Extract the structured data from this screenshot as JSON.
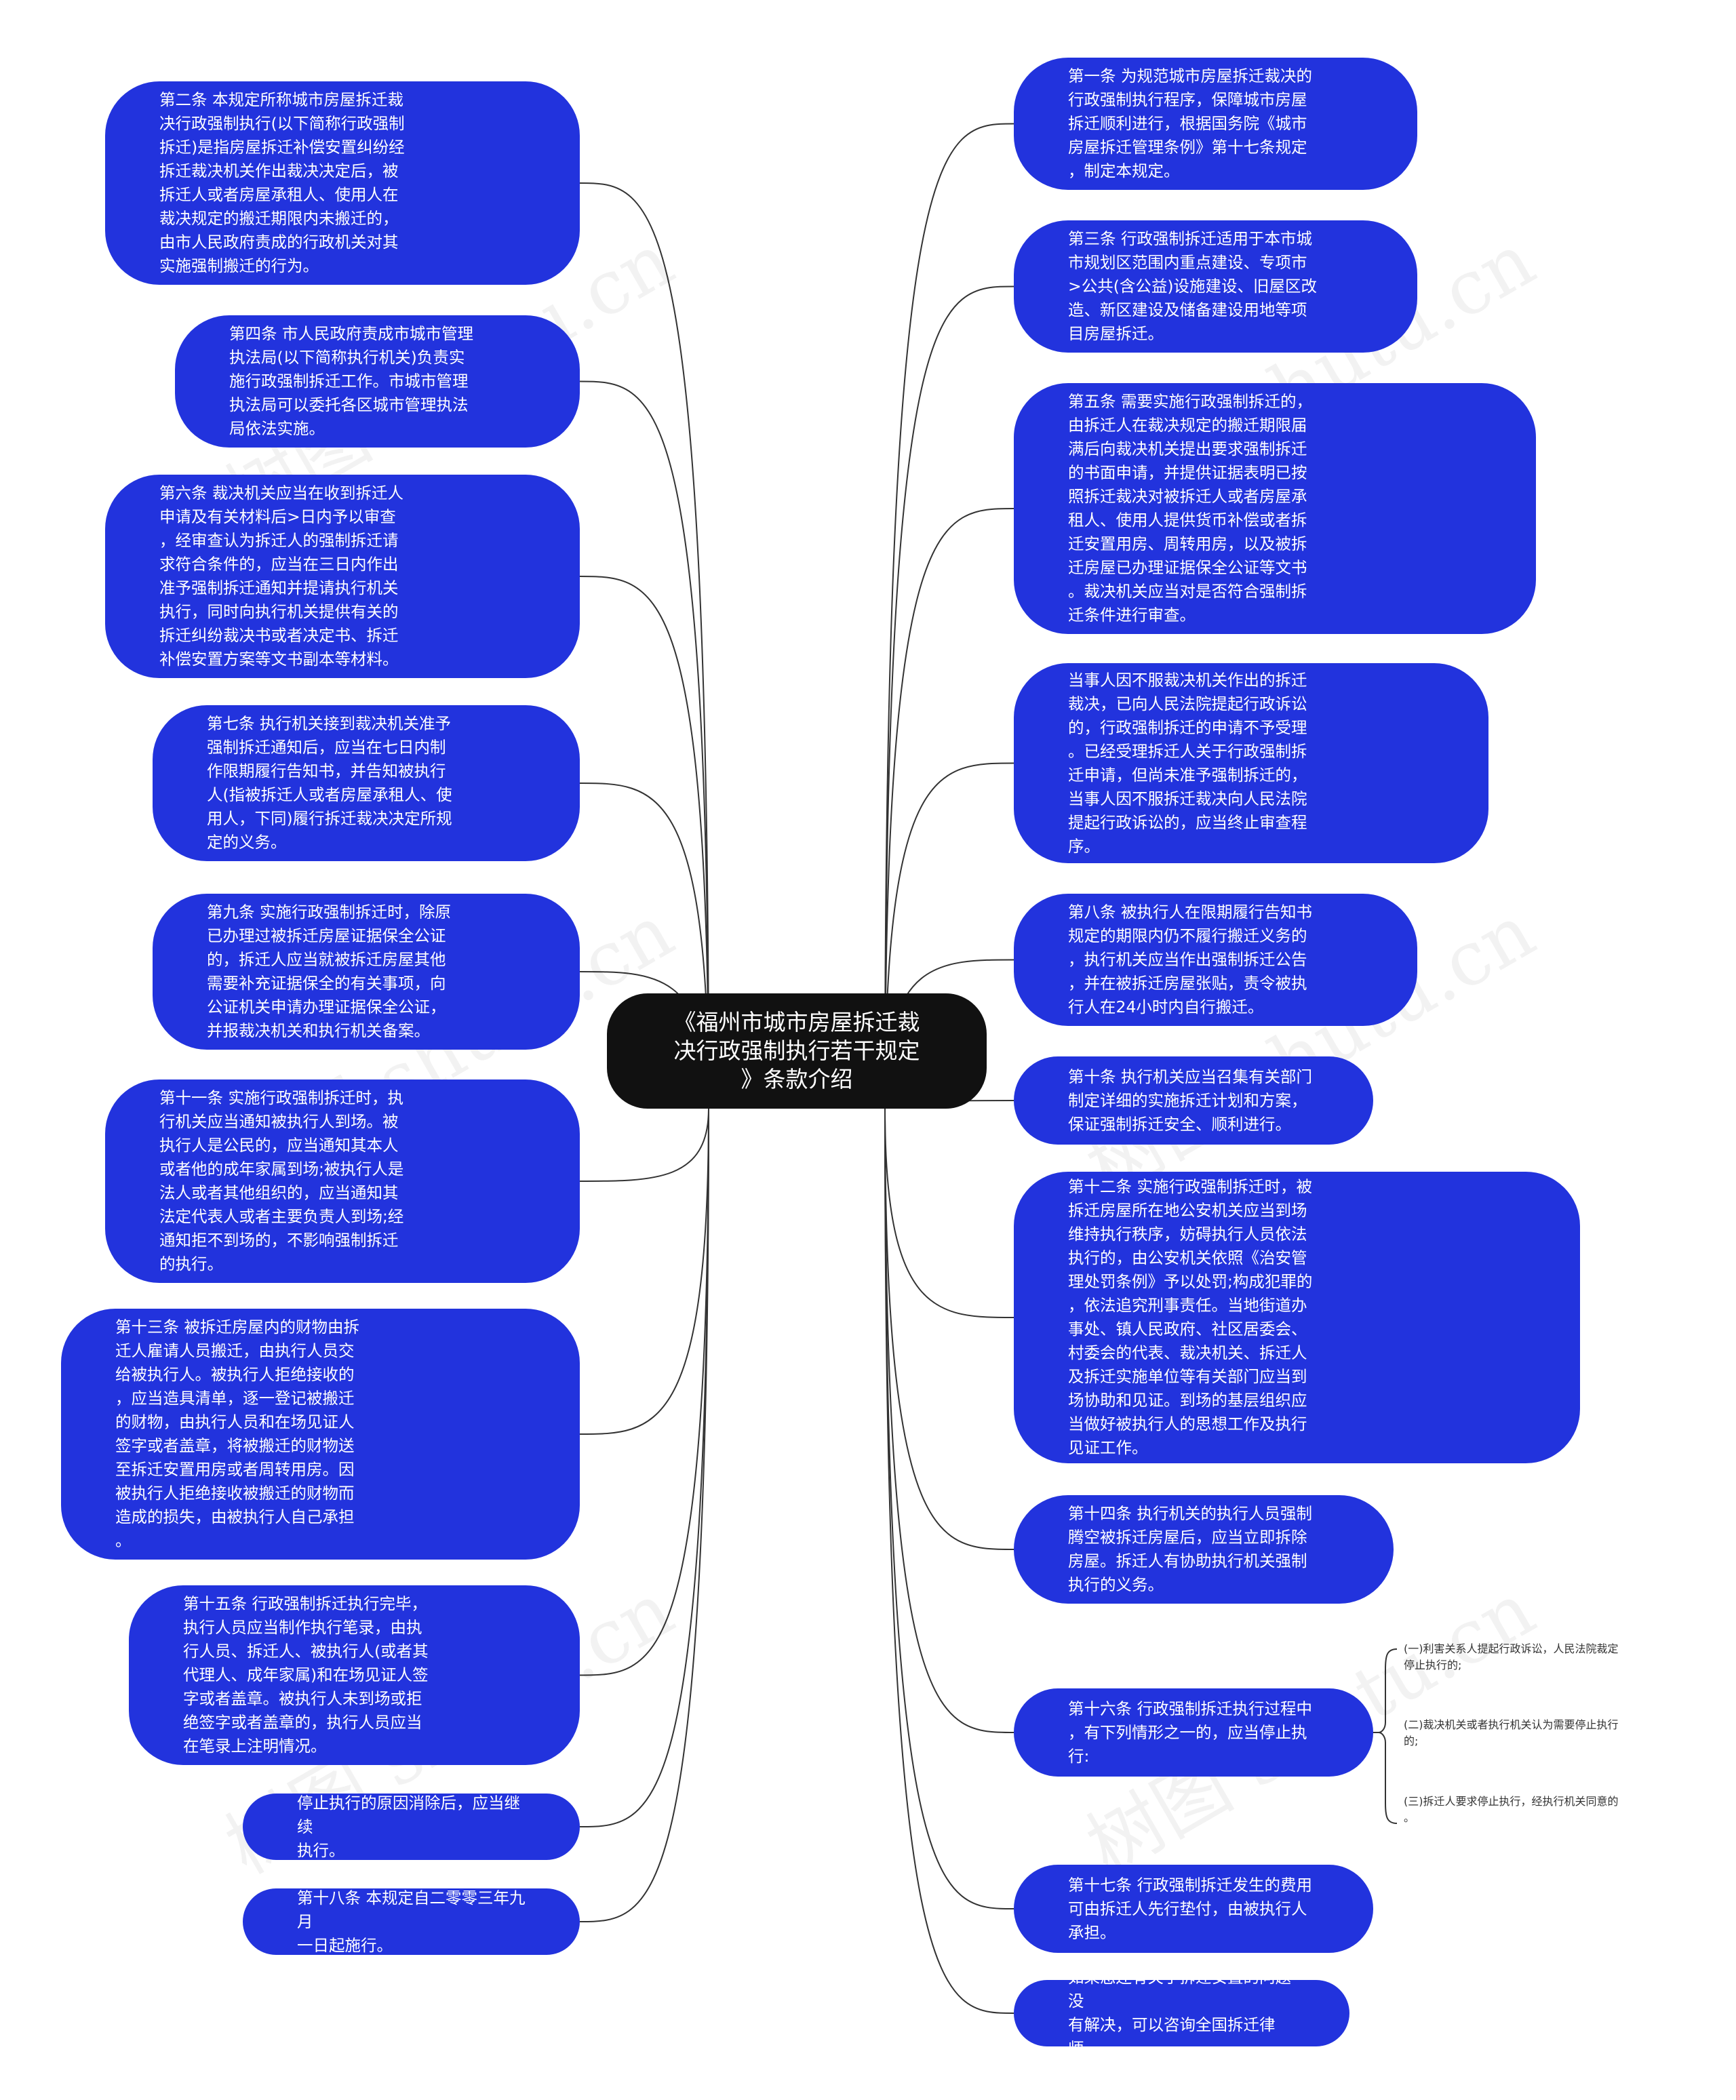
{
  "root": {
    "text": "《福州市城市房屋拆迁裁\n决行政强制执行若干规定\n》条款介绍"
  },
  "left": [
    {
      "id": "n2",
      "text": "第二条 本规定所称城市房屋拆迁裁\n决行政强制执行(以下简称行政强制\n拆迁)是指房屋拆迁补偿安置纠纷经\n拆迁裁决机关作出裁决决定后，被\n拆迁人或者房屋承租人、使用人在\n裁决规定的搬迁期限内未搬迁的，\n由市人民政府责成的行政机关对其\n实施强制搬迁的行为。"
    },
    {
      "id": "n4",
      "text": "第四条 市人民政府责成市城市管理\n执法局(以下简称执行机关)负责实\n施行政强制拆迁工作。市城市管理\n执法局可以委托各区城市管理执法\n局依法实施。"
    },
    {
      "id": "n6",
      "text": "第六条 裁决机关应当在收到拆迁人\n申请及有关材料后>日内予以审查\n，经审查认为拆迁人的强制拆迁请\n求符合条件的，应当在三日内作出\n准予强制拆迁通知并提请执行机关\n执行，同时向执行机关提供有关的\n拆迁纠纷裁决书或者决定书、拆迁\n补偿安置方案等文书副本等材料。"
    },
    {
      "id": "n7",
      "text": "第七条 执行机关接到裁决机关准予\n强制拆迁通知后，应当在七日内制\n作限期履行告知书，并告知被执行\n人(指被拆迁人或者房屋承租人、使\n用人，下同)履行拆迁裁决决定所规\n定的义务。"
    },
    {
      "id": "n9",
      "text": "第九条 实施行政强制拆迁时，除原\n已办理过被拆迁房屋证据保全公证\n的，拆迁人应当就被拆迁房屋其他\n需要补充证据保全的有关事项，向\n公证机关申请办理证据保全公证，\n并报裁决机关和执行机关备案。"
    },
    {
      "id": "n11",
      "text": "第十一条 实施行政强制拆迁时，执\n行机关应当通知被执行人到场。被\n执行人是公民的，应当通知其本人\n或者他的成年家属到场;被执行人是\n法人或者其他组织的，应当通知其\n法定代表人或者主要负责人到场;经\n通知拒不到场的，不影响强制拆迁\n的执行。"
    },
    {
      "id": "n13",
      "text": "第十三条 被拆迁房屋内的财物由拆\n迁人雇请人员搬迁，由执行人员交\n给被执行人。被执行人拒绝接收的\n，应当造具清单，逐一登记被搬迁\n的财物，由执行人员和在场见证人\n签字或者盖章，将被搬迁的财物送\n至拆迁安置用房或者周转用房。因\n被执行人拒绝接收被搬迁的财物而\n造成的损失，由被执行人自己承担\n。"
    },
    {
      "id": "n15",
      "text": "第十五条 行政强制拆迁执行完毕，\n执行人员应当制作执行笔录，由执\n行人员、拆迁人、被执行人(或者其\n代理人、成年家属)和在场见证人签\n字或者盖章。被执行人未到场或拒\n绝签字或者盖章的，执行人员应当\n在笔录上注明情况。"
    },
    {
      "id": "resume",
      "text": "停止执行的原因消除后，应当继续\n执行。"
    },
    {
      "id": "n18",
      "text": "第十八条 本规定自二零零三年九月\n一日起施行。"
    }
  ],
  "right": [
    {
      "id": "n1",
      "text": "第一条 为规范城市房屋拆迁裁决的\n行政强制执行程序，保障城市房屋\n拆迁顺利进行，根据国务院《城市\n房屋拆迁管理条例》第十七条规定\n，制定本规定。"
    },
    {
      "id": "n3",
      "text": "第三条 行政强制拆迁适用于本市城\n市规划区范围内重点建设、专项市\n>公共(含公益)设施建设、旧屋区改\n造、新区建设及储备建设用地等项\n目房屋拆迁。"
    },
    {
      "id": "n5",
      "text": "第五条 需要实施行政强制拆迁的，\n由拆迁人在裁决规定的搬迁期限届\n满后向裁决机关提出要求强制拆迁\n的书面申请，并提供证据表明已按\n照拆迁裁决对被拆迁人或者房屋承\n租人、使用人提供货币补偿或者拆\n迁安置用房、周转用房，以及被拆\n迁房屋已办理证据保全公证等文书\n。裁决机关应当对是否符合强制拆\n迁条件进行审查。"
    },
    {
      "id": "lawsuit",
      "text": "当事人因不服裁决机关作出的拆迁\n裁决，已向人民法院提起行政诉讼\n的，行政强制拆迁的申请不予受理\n。已经受理拆迁人关于行政强制拆\n迁申请，但尚未准予强制拆迁的，\n当事人因不服拆迁裁决向人民法院\n提起行政诉讼的，应当终止审查程\n序。"
    },
    {
      "id": "n8",
      "text": "第八条 被执行人在限期履行告知书\n规定的期限内仍不履行搬迁义务的\n，执行机关应当作出强制拆迁公告\n，并在被拆迁房屋张贴，责令被执\n行人在24小时内自行搬迁。"
    },
    {
      "id": "n10",
      "text": "第十条 执行机关应当召集有关部门\n制定详细的实施拆迁计划和方案，\n保证强制拆迁安全、顺利进行。"
    },
    {
      "id": "n12",
      "text": "第十二条 实施行政强制拆迁时，被\n拆迁房屋所在地公安机关应当到场\n维持执行秩序，妨碍执行人员依法\n执行的，由公安机关依照《治安管\n理处罚条例》予以处罚;构成犯罪的\n，依法追究刑事责任。当地街道办\n事处、镇人民政府、社区居委会、\n村委会的代表、裁决机关、拆迁人\n及拆迁实施单位等有关部门应当到\n场协助和见证。到场的基层组织应\n当做好被执行人的思想工作及执行\n见证工作。"
    },
    {
      "id": "n14",
      "text": "第十四条 执行机关的执行人员强制\n腾空被拆迁房屋后，应当立即拆除\n房屋。拆迁人有协助执行机关强制\n执行的义务。"
    },
    {
      "id": "n16",
      "text": "第十六条 行政强制拆迁执行过程中\n，有下列情形之一的，应当停止执\n行:"
    },
    {
      "id": "n17",
      "text": "第十七条 行政强制拆迁发生的费用\n可由拆迁人先行垫付，由被执行人\n承担。"
    },
    {
      "id": "lawyer",
      "text": "如果您还有关于拆迁安置的问题没\n有解决，可以咨询全国拆迁律师。"
    }
  ],
  "n16_children": [
    {
      "text": "(一)利害关系人提起行政诉讼，人民法院裁定\n停止执行的;"
    },
    {
      "text": "(二)裁决机关或者执行机关认为需要停止执行\n的;"
    },
    {
      "text": "(三)拆迁人要求停止执行，经执行机关同意的\n。"
    }
  ],
  "watermark": {
    "text": "树图 shutu.cn"
  },
  "colors": {
    "node": "#2233dd",
    "root": "#111111",
    "link": "#333333"
  }
}
